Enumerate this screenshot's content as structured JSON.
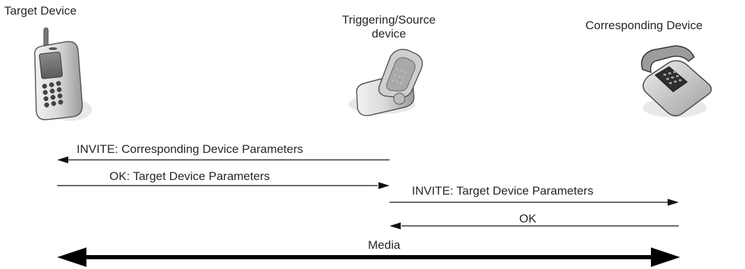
{
  "devices": {
    "target": {
      "label": "Target Device",
      "icon": "mobile-phone-icon"
    },
    "source": {
      "label_line1": "Triggering/Source",
      "label_line2": "device",
      "icon": "flip-phone-icon"
    },
    "corresponding": {
      "label": "Corresponding Device",
      "icon": "desk-telephone-icon"
    }
  },
  "messages": [
    {
      "label": "INVITE: Corresponding Device Parameters",
      "from": "source",
      "to": "target"
    },
    {
      "label": "OK: Target Device Parameters",
      "from": "target",
      "to": "source"
    },
    {
      "label": "INVITE: Target Device Parameters",
      "from": "source",
      "to": "corresponding"
    },
    {
      "label": "OK",
      "from": "corresponding",
      "to": "source"
    },
    {
      "label": "Media",
      "from": "target",
      "to": "corresponding",
      "bidirectional": true
    }
  ]
}
